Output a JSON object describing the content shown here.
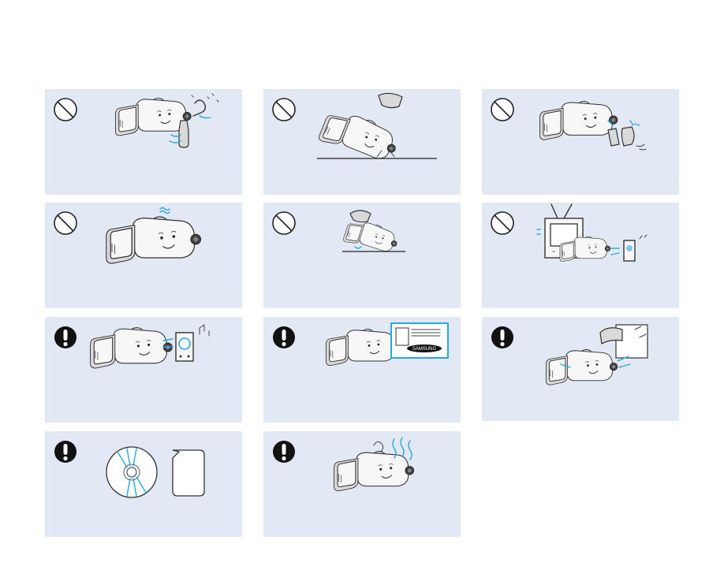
{
  "page": {
    "background": "#ffffff",
    "card_color": "#e2e9f5",
    "accent_blue": "#29a8e0"
  },
  "cards": [
    {
      "id": "c1",
      "badge": "prohibited-icon",
      "scene": "camcorder-near-liquid"
    },
    {
      "id": "c2",
      "badge": "prohibited-icon",
      "scene": "camcorder-dropped-on-edge"
    },
    {
      "id": "c3",
      "badge": "prohibited-icon",
      "scene": "camcorder-near-insecticide-spray"
    },
    {
      "id": "c4",
      "badge": "prohibited-icon",
      "scene": "camcorder-overheating"
    },
    {
      "id": "c5",
      "badge": "prohibited-icon",
      "scene": "camcorder-falling-while-held"
    },
    {
      "id": "c6",
      "badge": "prohibited-icon",
      "scene": "camcorder-near-tv-and-speaker"
    },
    {
      "id": "c7",
      "badge": "caution-icon",
      "scene": "camcorder-near-speaker"
    },
    {
      "id": "c8",
      "badge": "caution-icon",
      "scene": "camcorder-with-samsung-accessories",
      "brand_text": "SAMSUNG"
    },
    {
      "id": "c9",
      "badge": "caution-icon",
      "scene": "camcorder-near-window-curtain"
    },
    {
      "id": "c10",
      "badge": "caution-icon",
      "scene": "disc-and-memory-card"
    },
    {
      "id": "c11",
      "badge": "caution-icon",
      "scene": "camcorder-in-hot-place"
    }
  ]
}
